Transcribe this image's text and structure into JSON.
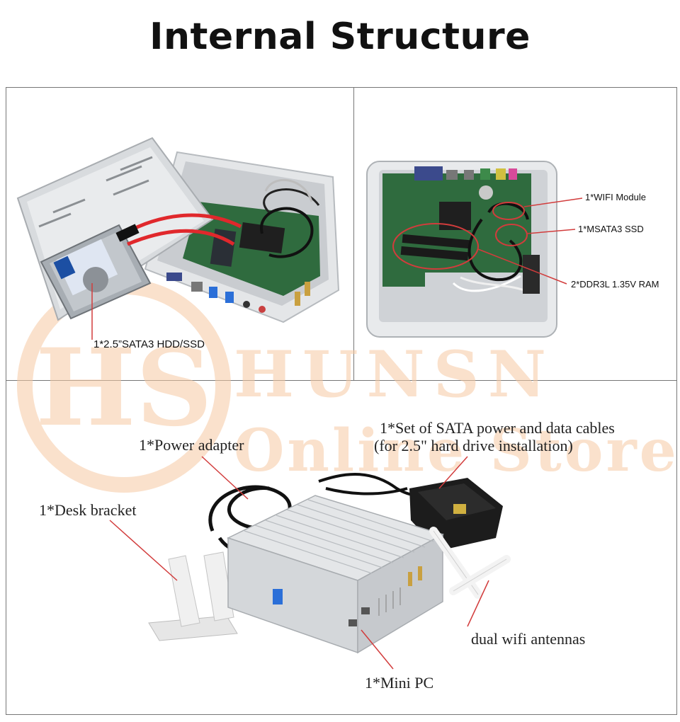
{
  "title": "Internal Structure",
  "watermark": {
    "monogram": "HS",
    "brand": "HUNSN",
    "store": "Online Store",
    "color": "#f6c9a4"
  },
  "top_left_panel": {
    "hdd_label": "1*2.5”SATA3 HDD/SSD"
  },
  "top_right_panel": {
    "wifi_label": "1*WIFI Module",
    "msata_label": "1*MSATA3 SSD",
    "ram_label": "2*DDR3L 1.35V RAM"
  },
  "bottom_panel": {
    "power_adapter": "1*Power adapter",
    "sata_cables_line1": "1*Set of SATA power and data cables",
    "sata_cables_line2": "(for 2.5\" hard drive installation)",
    "desk_bracket": "1*Desk bracket",
    "wifi_antennas": "dual wifi antennas",
    "mini_pc": "1*Mini PC"
  },
  "colors": {
    "callout_red": "#d23c3c",
    "board_green": "#2f6b3e",
    "case_silver": "#d9dcdf",
    "sata_red": "#e0282c"
  }
}
